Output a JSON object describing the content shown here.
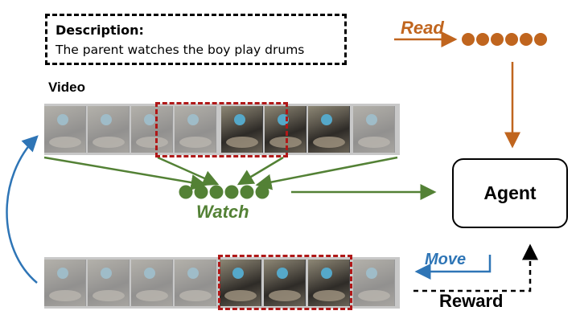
{
  "description": {
    "title": "Description:",
    "text": "The parent watches the boy play drums"
  },
  "labels": {
    "video": "Video",
    "read": "Read",
    "watch": "Watch",
    "move": "Move",
    "reward": "Reward",
    "agent": "Agent"
  },
  "colors": {
    "read": "#c0651e",
    "watch": "#538135",
    "move": "#2e75b6",
    "highlight": "#b01818",
    "text": "#000000"
  },
  "strips": [
    {
      "frames": 8,
      "highlighted": [
        3,
        4,
        5
      ]
    },
    {
      "frames": 8,
      "highlighted": [
        5,
        6,
        7
      ]
    }
  ]
}
